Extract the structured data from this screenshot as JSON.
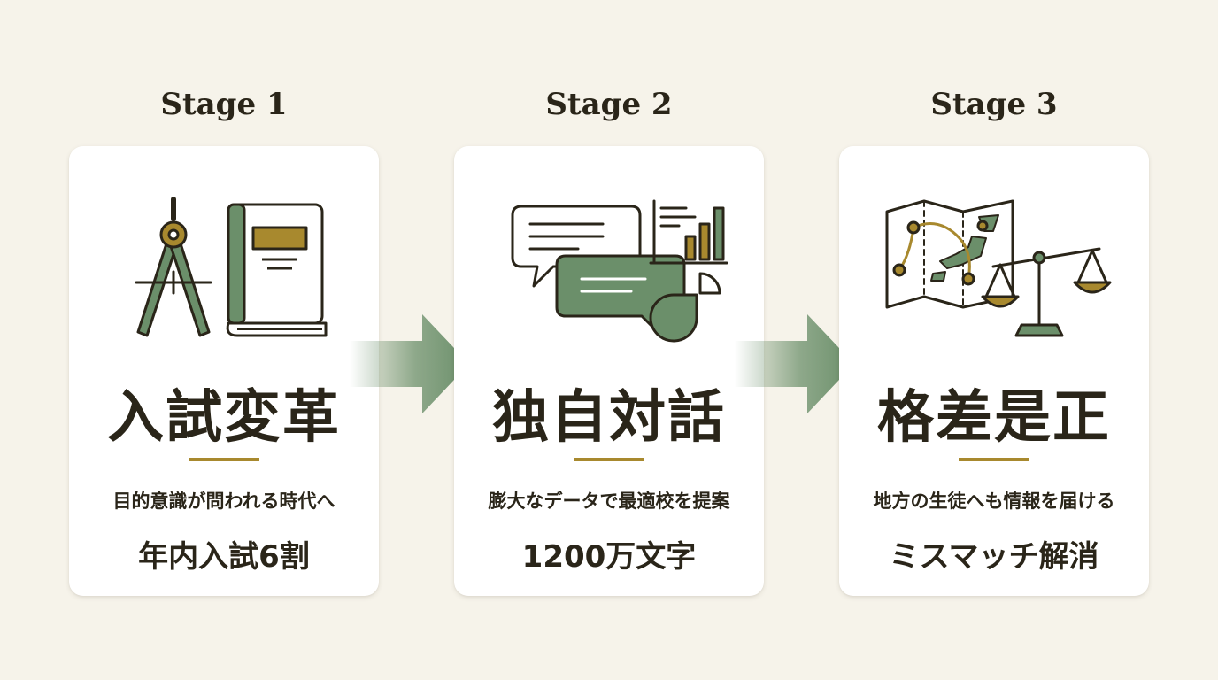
{
  "colors": {
    "background": "#f6f3ea",
    "card": "#ffffff",
    "green": "#6b8f6a",
    "gold": "#a8892e",
    "ink": "#2a2519"
  },
  "stages": [
    {
      "label": "Stage 1",
      "title": "入試変革",
      "subtitle": "目的意識が問われる時代へ",
      "metric": "年内入試6割",
      "icons": [
        "compass-icon",
        "book-icon"
      ]
    },
    {
      "label": "Stage 2",
      "title": "独自対話",
      "subtitle": "膨大なデータで最適校を提案",
      "metric": "1200万文字",
      "icons": [
        "chat-bubbles-icon",
        "bar-chart-icon",
        "pie-chart-icon"
      ]
    },
    {
      "label": "Stage 3",
      "title": "格差是正",
      "subtitle": "地方の生徒へも情報を届ける",
      "metric": "ミスマッチ解消",
      "icons": [
        "japan-map-icon",
        "balance-scale-icon"
      ]
    }
  ]
}
